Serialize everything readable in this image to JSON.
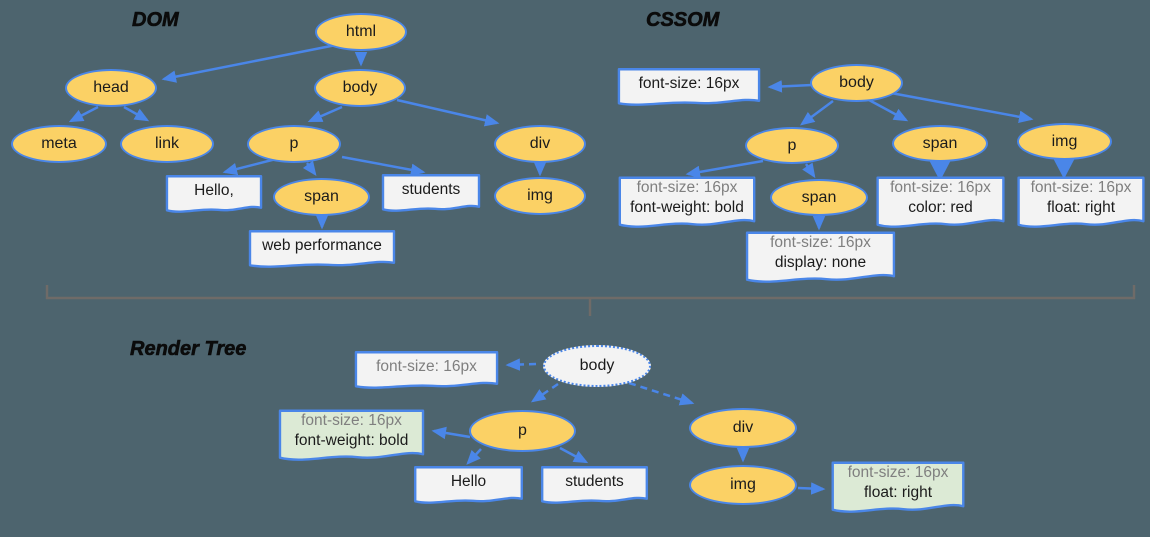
{
  "titles": {
    "dom": "DOM",
    "cssom": "CSSOM",
    "render": "Render Tree"
  },
  "dom": {
    "nodes": {
      "html": "html",
      "head": "head",
      "body": "body",
      "meta": "meta",
      "link": "link",
      "p": "p",
      "div": "div",
      "span": "span",
      "img": "img"
    },
    "texts": {
      "hello": "Hello,",
      "students": "students",
      "webperf": "web performance"
    }
  },
  "cssom": {
    "nodes": {
      "body": "body",
      "p": "p",
      "span": "span",
      "img": "img",
      "span_child": "span"
    },
    "rules": {
      "body_rule": {
        "line1": "font-size: 16px"
      },
      "p_rule": {
        "line1": "font-size: 16px",
        "line2": "font-weight: bold"
      },
      "span_rule": {
        "line1": "font-size: 16px",
        "line2": "color: red"
      },
      "img_rule": {
        "line1": "font-size: 16px",
        "line2": "float: right"
      },
      "span_child_rule": {
        "line1": "font-size: 16px",
        "line2": "display: none"
      }
    }
  },
  "render": {
    "nodes": {
      "body": "body",
      "p": "p",
      "div": "div",
      "img": "img"
    },
    "rules": {
      "body_rule": {
        "line1": "font-size: 16px"
      },
      "p_rule": {
        "line1": "font-size: 16px",
        "line2": "font-weight: bold"
      },
      "img_rule": {
        "line1": "font-size: 16px",
        "line2": "float: right"
      }
    },
    "texts": {
      "hello": "Hello",
      "students": "students"
    }
  },
  "colors": {
    "background": "#4d646e",
    "node_fill": "#fbd165",
    "node_stroke": "#4a86e8",
    "arrow": "#4a86e8",
    "doc_fill": "#f3f3f3",
    "doc_green_fill": "#dcead5",
    "render_body_fill": "#f3f3f3",
    "text_dark": "#1b1b1b",
    "text_muted": "#7f7f7f",
    "divider": "#6f6b68"
  }
}
